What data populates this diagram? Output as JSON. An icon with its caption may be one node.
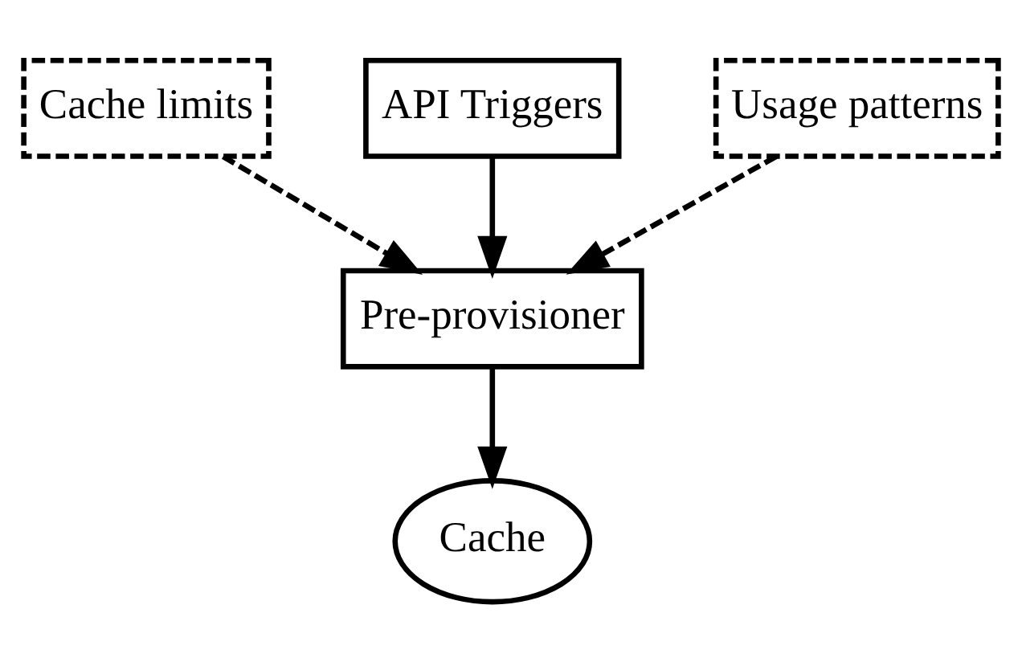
{
  "diagram": {
    "nodes": [
      {
        "text": [
          "Cache limits"
        ]
      },
      {
        "text": [
          "API Triggers"
        ]
      },
      {
        "text": [
          "Usage patterns"
        ]
      },
      {
        "text": [
          "Pre-provisioner"
        ]
      },
      {
        "text": [
          "Cache"
        ]
      }
    ],
    "edges": [
      {
        "from": 0,
        "to": 3,
        "arrow": "to",
        "style": "dashed"
      },
      {
        "from": 1,
        "to": 3,
        "arrow": "to"
      },
      {
        "from": 2,
        "to": 3,
        "arrow": "to",
        "style": "dashed"
      },
      {
        "from": 3,
        "to": 4,
        "arrow": "to"
      }
    ]
  }
}
